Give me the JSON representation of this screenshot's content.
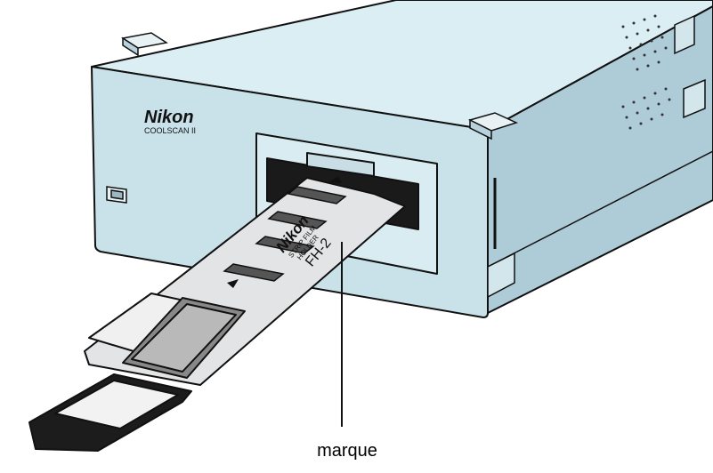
{
  "device": {
    "brand": "Nikon",
    "model": "COOLSCAN II"
  },
  "film_holder": {
    "brand": "Nikon",
    "line1": "STRIP FILM",
    "line2": "HOLDER",
    "model": "FH-2"
  },
  "callout": {
    "label": "marque"
  },
  "colors": {
    "scanner_body": "#c9e2ea",
    "scanner_side": "#a9c9d6",
    "holder_metal": "#e2e4e6",
    "slot_dark": "#1a1a1a",
    "line": "#111111"
  }
}
